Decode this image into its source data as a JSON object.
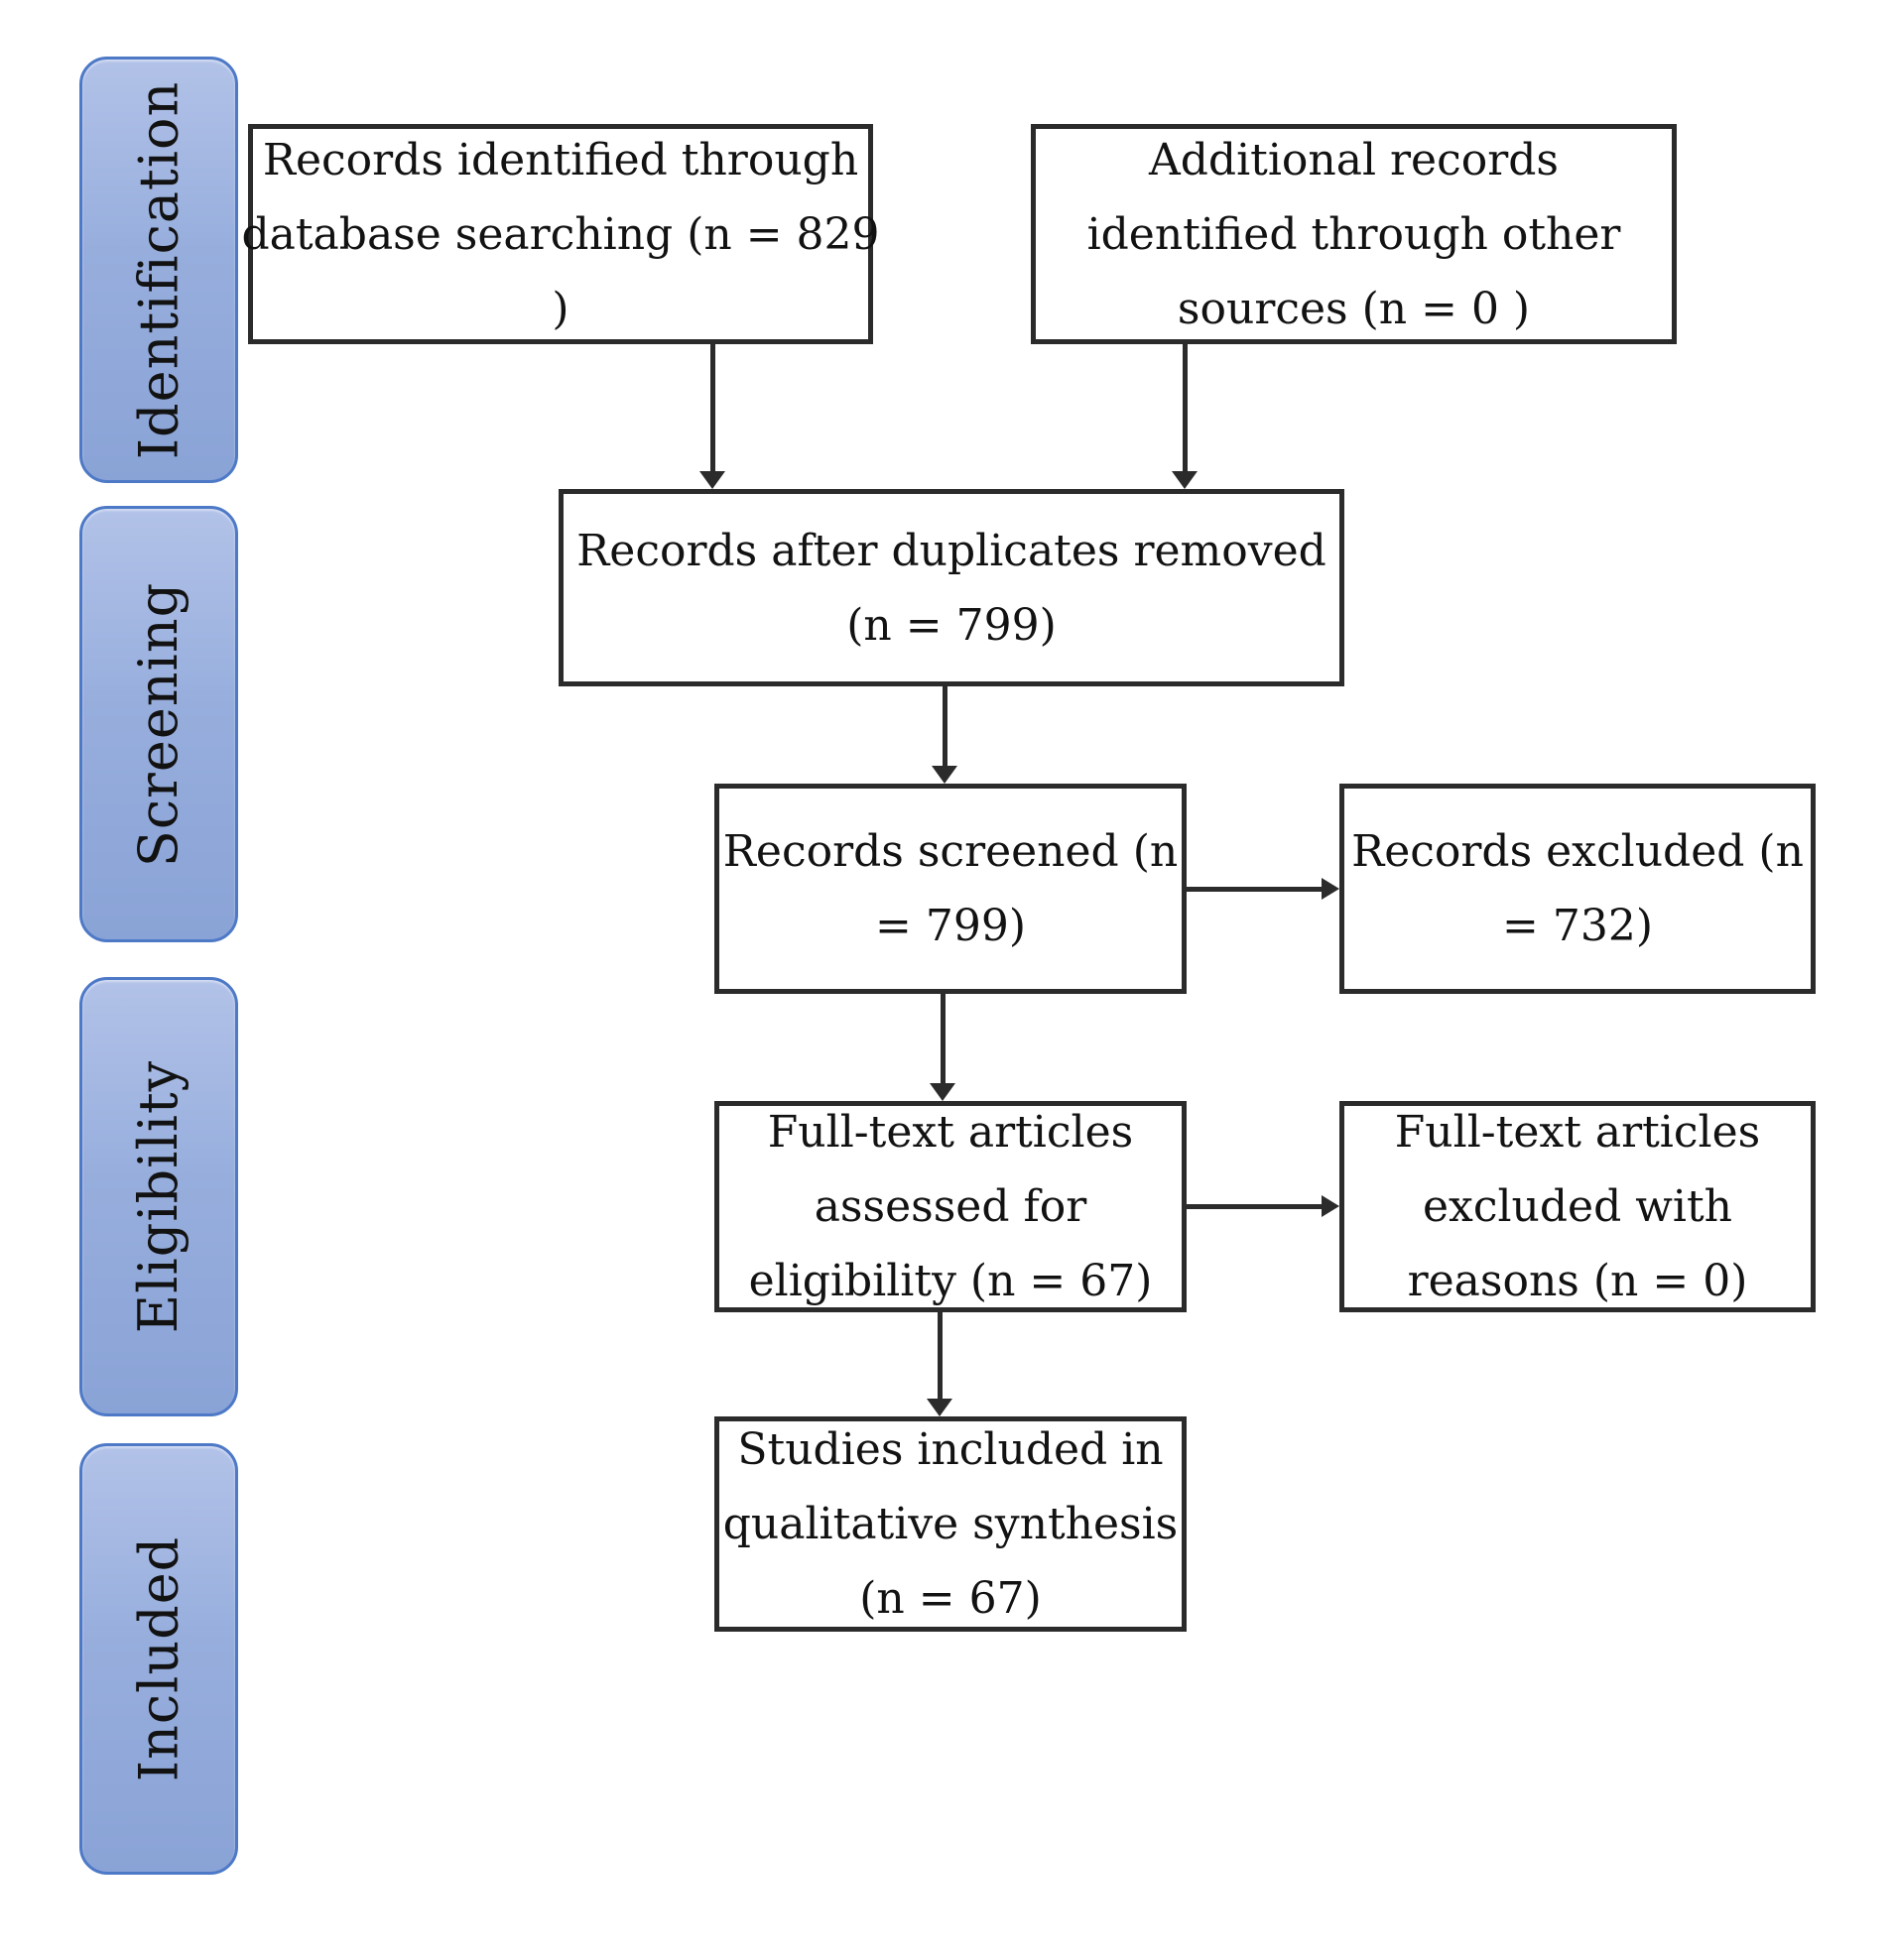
{
  "diagram": {
    "kind": "prisma-flow-diagram",
    "stages": [
      {
        "id": "identification",
        "label": "Identification"
      },
      {
        "id": "screening",
        "label": "Screening"
      },
      {
        "id": "eligibility",
        "label": "Eligibility"
      },
      {
        "id": "included",
        "label": "Included"
      }
    ],
    "boxes": {
      "identified": {
        "lines": [
          "Records identified through",
          "database searching (n = 829",
          ")"
        ],
        "n": 829
      },
      "additional": {
        "lines": [
          "Additional records",
          "identified through other",
          "sources (n = 0 )"
        ],
        "n": 0
      },
      "deduplicated": {
        "lines": [
          "Records after duplicates removed",
          "(n = 799)"
        ],
        "n": 799
      },
      "screened": {
        "lines": [
          "Records screened (n",
          "= 799)"
        ],
        "n": 799
      },
      "excluded": {
        "lines": [
          "Records excluded (n",
          "= 732)"
        ],
        "n": 732
      },
      "fulltext_assessed": {
        "lines": [
          "Full-text articles",
          "assessed for",
          "eligibility (n = 67)"
        ],
        "n": 67
      },
      "fulltext_excluded": {
        "lines": [
          "Full-text articles",
          "excluded with",
          "reasons (n = 0)"
        ],
        "n": 0
      },
      "included_studies": {
        "lines": [
          "Studies included in",
          "qualitative synthesis",
          "(n = 67)"
        ],
        "n": 67
      }
    },
    "colors": {
      "stage_fill_top": "#b2c2e8",
      "stage_fill_bottom": "#8aa3d6",
      "stage_border": "#4d79c7",
      "box_border": "#2b2b2b",
      "arrow": "#2b2b2b",
      "text": "#121212",
      "background": "#ffffff"
    }
  }
}
